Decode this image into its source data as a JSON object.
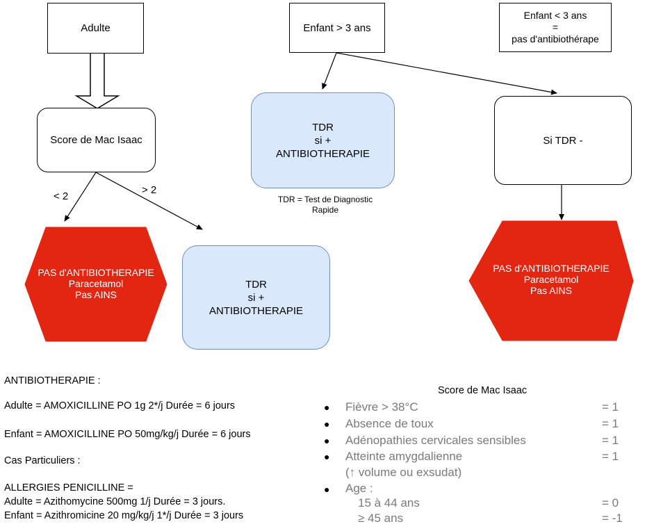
{
  "boxes": {
    "adulte": "Adulte",
    "enfant_plus3": "Enfant > 3 ans",
    "enfant_moins3": [
      "Enfant < 3 ans",
      "=",
      "pas d'antibiothérape"
    ],
    "score_mac_isaac": "Score de Mac Isaac",
    "tdr_left": [
      "TDR",
      "si +",
      "ANTIBIOTHERAPIE"
    ],
    "tdr_center": [
      "TDR",
      "si +",
      "ANTIBIOTHERAPIE"
    ],
    "si_tdr_neg": "Si TDR -"
  },
  "edge_labels": {
    "lt2": "< 2",
    "gt2": "> 2"
  },
  "tdr_note": [
    "TDR = Test de Diagnostic",
    "Rapide"
  ],
  "hexagons": {
    "left": [
      "PAS d'ANTIBIOTHERAPIE",
      "Paracetamol",
      "Pas AINS"
    ],
    "right": [
      "PAS d'ANTIBIOTHERAPIE",
      "Paracetamol",
      "Pas AINS"
    ]
  },
  "colors": {
    "hexagon_fill": "#e32612",
    "blue_fill": "#dae8fc",
    "blue_border": "#6c8ebf"
  },
  "treatment": {
    "heading": "ANTIBIOTHERAPIE :",
    "adulte": "Adulte = AMOXICILLINE PO 1g 2*/j   Durée = 6 jours",
    "enfant": "Enfant = AMOXICILLINE PO 50mg/kg/j   Durée = 6 jours",
    "cas": "Cas Particuliers :",
    "allergies": "ALLERGIES PENICILLINE =",
    "adulte_allergie": "Adulte = Azithomycine 500mg 1/j Durée = 3 jours.",
    "enfant_allergie": "Enfant = Azithromicine 20 mg/kg/j 1*/j Durée = 3 jours"
  },
  "mac_isaac": {
    "title": "Score de Mac Isaac",
    "criteria": [
      {
        "label": "Fièvre > 38°C",
        "score": "=  1"
      },
      {
        "label": "Absence de toux",
        "score": "=  1"
      },
      {
        "label": "Adénopathies cervicales sensibles",
        "score": "=  1"
      },
      {
        "label": "Atteinte amygdalienne",
        "score": "=  1",
        "sub": "(↑ volume ou exsudat)"
      },
      {
        "label": "Age :",
        "score": ""
      }
    ],
    "age_rows": [
      {
        "label": "15 à 44 ans",
        "score": "=  0"
      },
      {
        "label": "≥ 45 ans",
        "score": "=  -1"
      }
    ]
  }
}
